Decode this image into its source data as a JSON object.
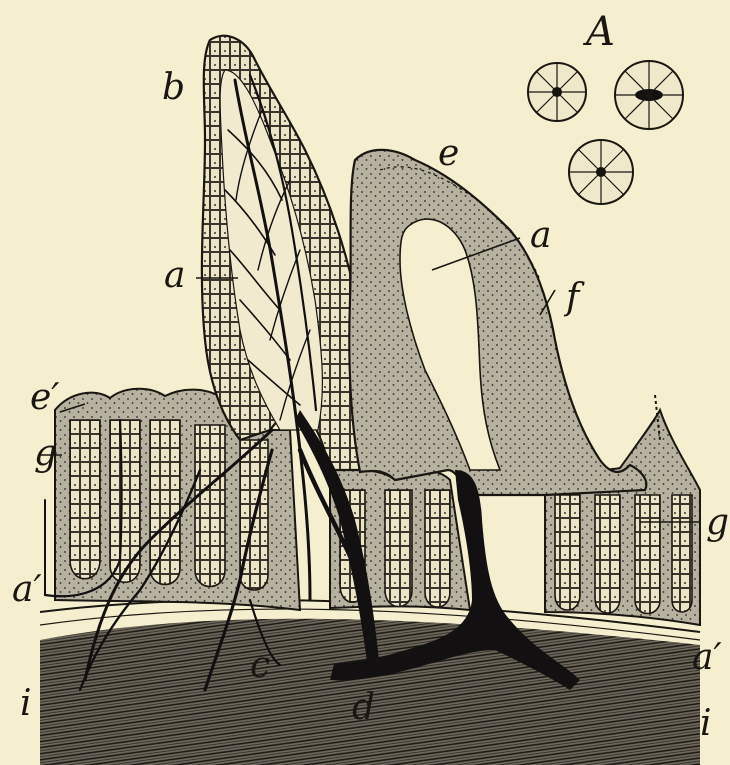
{
  "figure": {
    "labels": {
      "A": "A",
      "b": "b",
      "e": "e",
      "a_left": "a",
      "a_right": "a",
      "f": "f",
      "e_prime": "e′",
      "g_left": "g",
      "g_right": "g",
      "a_prime_left": "a′",
      "a_prime_right": "a′",
      "c": "c",
      "d": "d",
      "i_left": "i",
      "i_right": "i"
    },
    "colors": {
      "paper": "#f6efcf",
      "ink": "#1a1712",
      "tissue_grey": "#b9b3a2",
      "vessel": "#121010"
    }
  }
}
